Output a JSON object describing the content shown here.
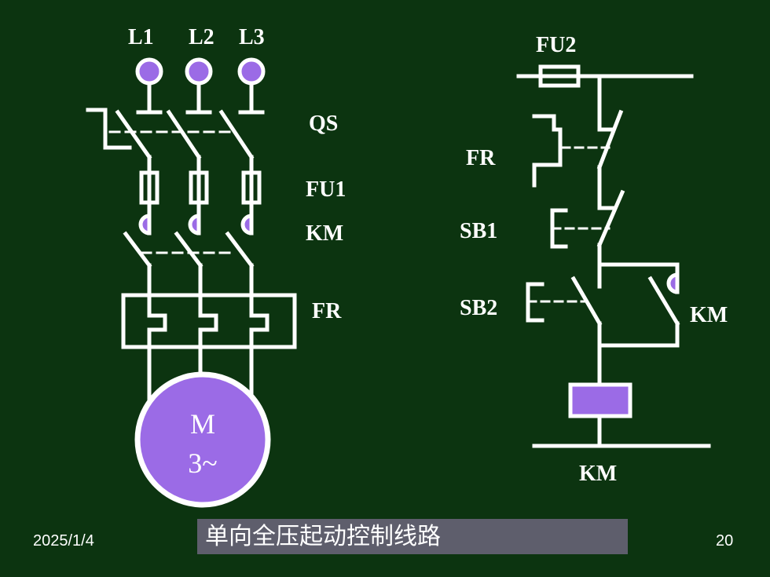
{
  "labels": {
    "L1": "L1",
    "L2": "L2",
    "L3": "L3",
    "QS": "QS",
    "FU1": "FU1",
    "KM_main": "KM",
    "FR_main": "FR",
    "FU2": "FU2",
    "FR_ctrl": "FR",
    "SB1": "SB1",
    "SB2": "SB2",
    "KM_aux": "KM",
    "KM_coil": "KM"
  },
  "motor": {
    "line1": "M",
    "line2": "3~"
  },
  "footer": {
    "date": "2025/1/4",
    "page": "20",
    "caption": "单向全压起动控制线路"
  },
  "colors": {
    "background": "#0c3410",
    "line": "#ffffff",
    "accent": "#9b6be6",
    "caption_bg": "#5e5e6c"
  }
}
